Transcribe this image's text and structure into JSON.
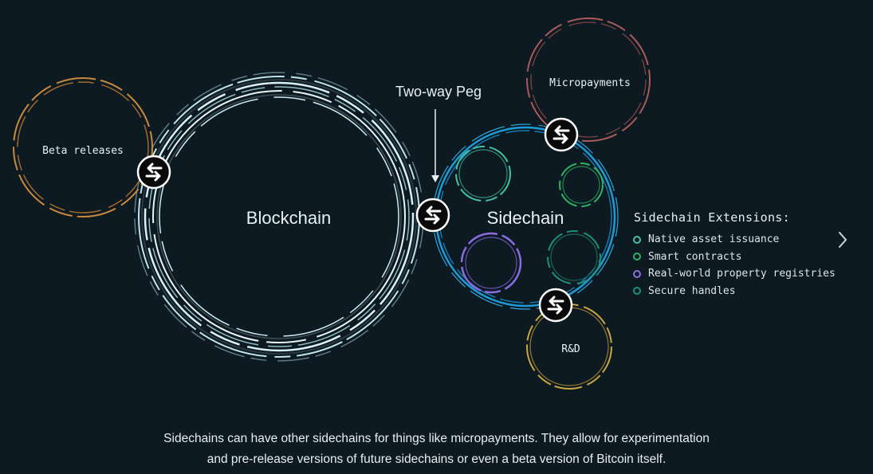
{
  "diagram": {
    "blockchain_label": "Blockchain",
    "sidechain_label": "Sidechain",
    "beta_label": "Beta releases",
    "micropayments_label": "Micropayments",
    "rd_label": "R&D",
    "peg_label": "Two-way Peg"
  },
  "colors": {
    "background": "#0d1a21",
    "blockchain": "#bfe3ee",
    "sidechain": "#1e9ad6",
    "beta": "#c8893f",
    "micropayments": "#a85a5a",
    "rd": "#c9a640",
    "swap_icon_bg": "#0a0a0a"
  },
  "extensions": {
    "title": "Sidechain Extensions:",
    "items": [
      {
        "label": "Native asset issuance",
        "color": "#45c2a6"
      },
      {
        "label": "Smart contracts",
        "color": "#2fb36a"
      },
      {
        "label": "Real-world property registries",
        "color": "#8a6be0"
      },
      {
        "label": "Secure handles",
        "color": "#1f8f78"
      }
    ]
  },
  "caption": {
    "line1": "Sidechains can have other sidechains for things like micropayments. They allow for experimentation",
    "line2": "and pre-release versions of future sidechains or even a beta version of Bitcoin itself."
  },
  "icons": {
    "peg": "swap-arrows-icon",
    "next": "chevron-right-icon"
  }
}
